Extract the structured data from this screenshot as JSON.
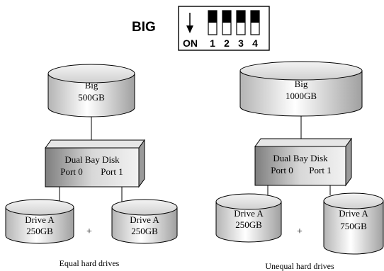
{
  "switch_panel": {
    "mode_label": "BIG",
    "on_label": "ON",
    "switches": [
      {
        "label": "1",
        "position": "up"
      },
      {
        "label": "2",
        "position": "up"
      },
      {
        "label": "3",
        "position": "up"
      },
      {
        "label": "4",
        "position": "up"
      }
    ]
  },
  "left": {
    "big": {
      "line1": "Big",
      "line2": "500GB"
    },
    "enclosure": {
      "title": "Dual Bay Disk",
      "port0": "Port 0",
      "port1": "Port 1"
    },
    "drive_a": {
      "line1": "Drive A",
      "line2": "250GB"
    },
    "drive_b": {
      "line1": "Drive A",
      "line2": "250GB"
    },
    "plus": "+",
    "caption": "Equal hard drives"
  },
  "right": {
    "big": {
      "line1": "Big",
      "line2": "1000GB"
    },
    "enclosure": {
      "title": "Dual Bay Disk",
      "port0": "Port 0",
      "port1": "Port 1"
    },
    "drive_a": {
      "line1": "Drive A",
      "line2": "250GB"
    },
    "drive_b": {
      "line1": "Drive A",
      "line2": "750GB"
    },
    "plus": "+",
    "caption": "Unequal hard drives"
  },
  "colors": {
    "cylinder_light": "#ffffff",
    "cylinder_dark": "#a8a8a8",
    "box_front_dark": "#8a8a8a",
    "box_front_light": "#ececec",
    "stroke": "#000000"
  }
}
